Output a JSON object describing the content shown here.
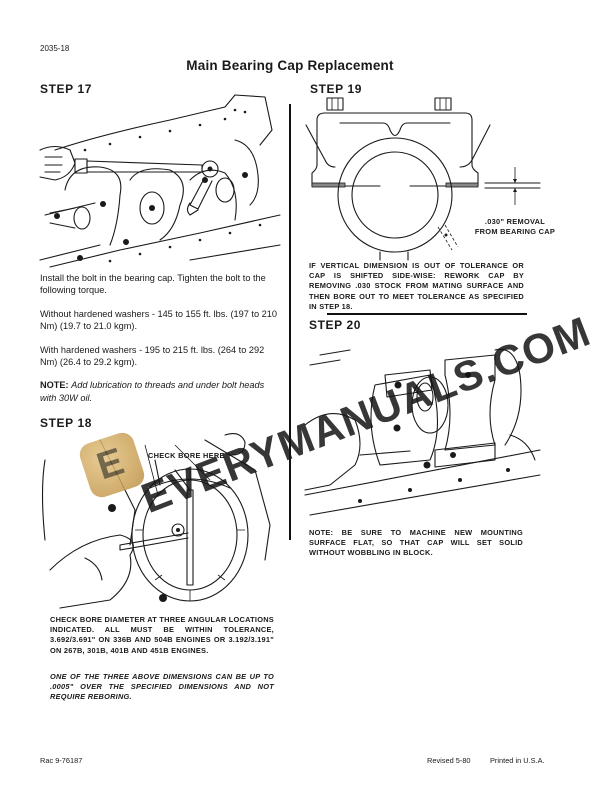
{
  "header": {
    "page_number": "2035-18",
    "title": "Main Bearing Cap Replacement"
  },
  "step17": {
    "label": "STEP 17",
    "paragraphs": [
      "Install the bolt in the bearing cap. Tighten the bolt to the following torque.",
      "Without hardened washers - 145 to 155 ft. lbs. (197 to 210 Nm) (19.7 to 21.0 kgm).",
      "With hardened washers - 195 to 215 ft. lbs. (264 to 292 Nm) (26.4 to 29.2 kgm)."
    ],
    "note_label": "NOTE:",
    "note_text": "Add lubrication to threads and under bolt heads with 30W oil."
  },
  "step18": {
    "label": "STEP 18",
    "callout": "CHECK BORE HERE",
    "instruction": "CHECK BORE DIAMETER AT THREE ANGULAR LOCATIONS INDICATED. ALL MUST BE WITHIN TOLERANCE, 3.692/3.691\" ON 336B AND 504B ENGINES OR 3.192/3.191\" ON 267B, 301B, 401B AND 451B ENGINES.",
    "italic_note": "ONE OF THE THREE ABOVE DIMENSIONS CAN BE UP TO .0005\" OVER THE SPECIFIED DIMENSIONS AND NOT REQUIRE REBORING."
  },
  "step19": {
    "label": "STEP 19",
    "callout_line1": ".030\" REMOVAL",
    "callout_line2": "FROM BEARING CAP",
    "instruction": "IF VERTICAL DIMENSION IS OUT OF TOLERANCE OR CAP IS SHIFTED SIDE-WISE: REWORK CAP BY REMOVING .030 STOCK FROM MATING SURFACE AND THEN BORE OUT TO MEET TOLERANCE AS SPECIFIED IN STEP 18."
  },
  "step20": {
    "label": "STEP 20",
    "note": "NOTE: BE SURE TO MACHINE NEW MOUNTING SURFACE FLAT, SO THAT CAP WILL SET SOLID WITHOUT WOBBLING IN BLOCK."
  },
  "watermark": {
    "text": "EVERYMANUALS.COM",
    "logo_letter": "E",
    "logo_color": "#c9a055"
  },
  "footer": {
    "left": "Rac 9-76187",
    "revised": "Revised 5-80",
    "printed": "Printed in U.S.A."
  }
}
